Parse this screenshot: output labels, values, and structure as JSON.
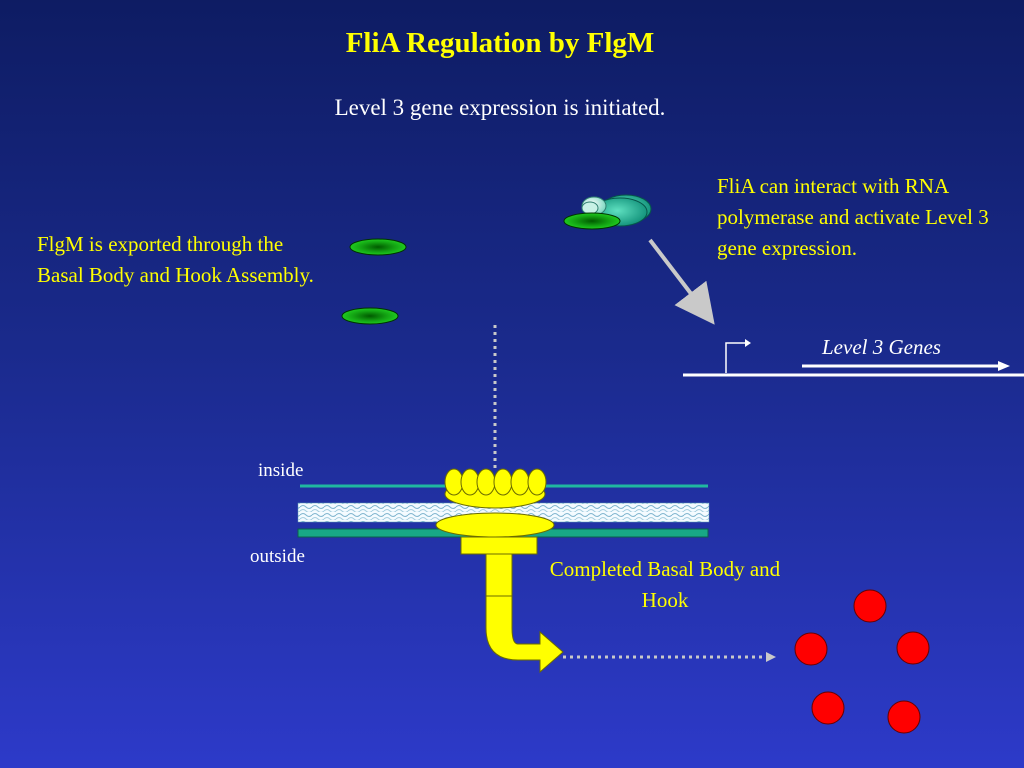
{
  "title": "FliA Regulation by FlgM",
  "subtitle": "Level 3 gene expression is initiated.",
  "notes": {
    "flgm_export": "FlgM is exported through the Basal Body and Hook Assembly.",
    "flia_interact": "FliA can interact with RNA polymerase and activate Level 3 gene expression."
  },
  "genes": {
    "label": "Level 3 Genes"
  },
  "membrane": {
    "inside_label": "inside",
    "outside_label": "outside"
  },
  "structure": {
    "label": "Completed Basal Body and Hook"
  },
  "colors": {
    "text_title": "#ffff00",
    "flgm": "#14b814",
    "rna_polymerase": "#14a78a",
    "basal_body": "#ffff00",
    "exported_flgm": "#ff0000",
    "membrane_line": "#20b8a0"
  }
}
